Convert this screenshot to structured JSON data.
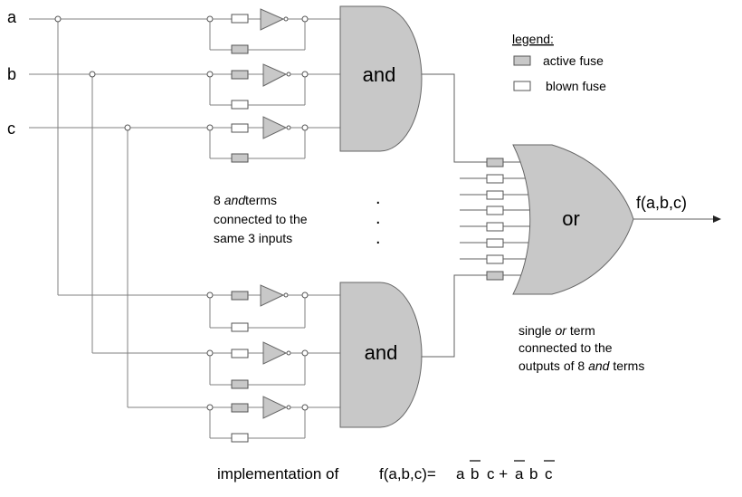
{
  "inputs": {
    "a": "a",
    "b": "b",
    "c": "c"
  },
  "gates": {
    "and_top_label": "and",
    "and_bottom_label": "and",
    "or_label": "or"
  },
  "legend": {
    "title": "legend:",
    "active": "active fuse",
    "blown": "blown fuse"
  },
  "notes": {
    "and_line1_num": "8",
    "and_line1_em": "and",
    "and_line1_rest": "terms",
    "and_line2": "connected to the",
    "and_line3": "same 3 inputs",
    "ellipsis": ". . .",
    "or_line1_pre": "single",
    "or_line1_em": "or",
    "or_line1_rest": "term",
    "or_line2": "connected to the",
    "or_line3_pre": "outputs of 8",
    "or_line3_em": "and",
    "or_line3_rest": "terms"
  },
  "output_label": "f(a,b,c)",
  "formula": {
    "prefix": "implementation of",
    "lhs": "f(a,b,c)=",
    "t1": "a",
    "t2": "b",
    "t3": "c +",
    "t4": "a",
    "t5": "b",
    "t6": "c"
  },
  "or_fuses": [
    "active",
    "blown",
    "blown",
    "blown",
    "blown",
    "blown",
    "blown",
    "active"
  ],
  "colors": {
    "gate_fill": "#c8c8c8",
    "fuse_active": "#c8c8c8",
    "fuse_blown": "#ffffff"
  }
}
